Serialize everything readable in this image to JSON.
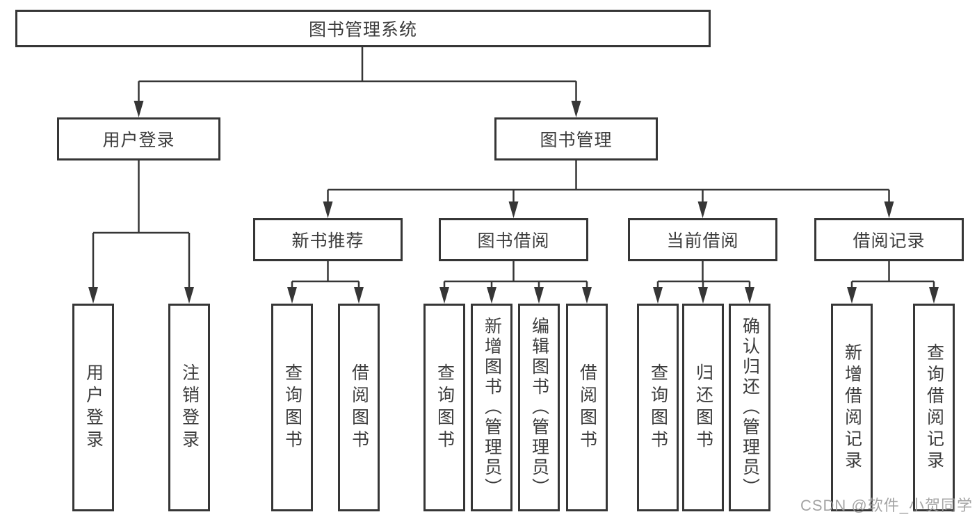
{
  "tree": {
    "root": "图书管理系统",
    "level2": [
      "用户登录",
      "图书管理"
    ],
    "level3": [
      "新书推荐",
      "图书借阅",
      "当前借阅",
      "借阅记录"
    ],
    "leaves": {
      "login": [
        "用户登录",
        "注销登录"
      ],
      "recommend": [
        "查询图书",
        "借阅图书"
      ],
      "borrow": [
        "查询图书",
        "新增图书（管理员）",
        "编辑图书（管理员）",
        "借阅图书"
      ],
      "current": [
        "查询图书",
        "归还图书",
        "确认归还（管理员）"
      ],
      "record": [
        "新增借阅记录",
        "查询借阅记录"
      ]
    }
  },
  "watermark": "CSDN @软件_小贺同学",
  "colors": {
    "line": "#363636",
    "text": "#3c3c3c",
    "watermark": "#9b9b9b"
  }
}
